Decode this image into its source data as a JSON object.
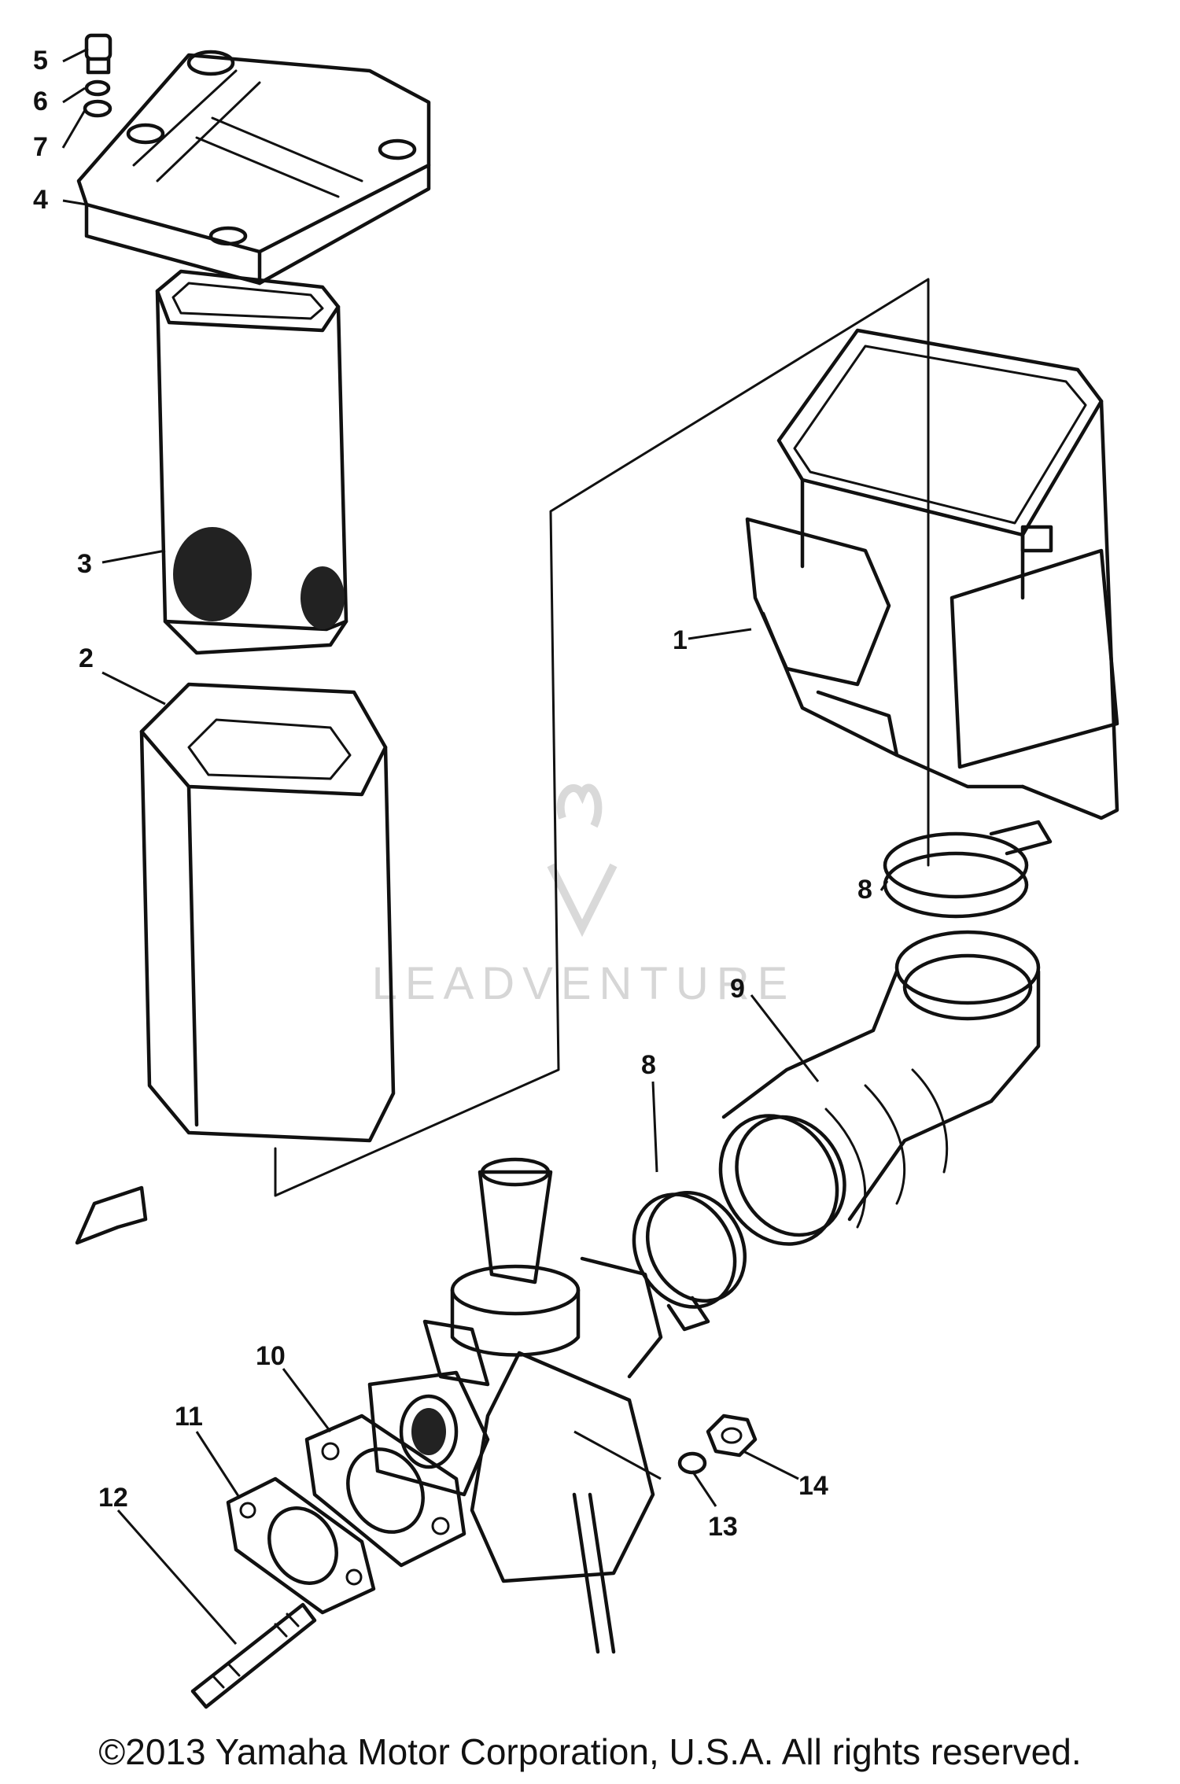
{
  "watermark": {
    "text": "LEADVENTURE"
  },
  "copyright": "©2013 Yamaha Motor Corporation, U.S.A. All rights reserved.",
  "callouts": [
    {
      "id": "1",
      "label": "1"
    },
    {
      "id": "2",
      "label": "2"
    },
    {
      "id": "3",
      "label": "3"
    },
    {
      "id": "4",
      "label": "4"
    },
    {
      "id": "5",
      "label": "5"
    },
    {
      "id": "6",
      "label": "6"
    },
    {
      "id": "7",
      "label": "7"
    },
    {
      "id": "8a",
      "label": "8"
    },
    {
      "id": "8b",
      "label": "8"
    },
    {
      "id": "9",
      "label": "9"
    },
    {
      "id": "10",
      "label": "10"
    },
    {
      "id": "11",
      "label": "11"
    },
    {
      "id": "12",
      "label": "12"
    },
    {
      "id": "13",
      "label": "13"
    },
    {
      "id": "14",
      "label": "14"
    }
  ],
  "colors": {
    "ink": "#111111",
    "watermark": "#d6d6d6",
    "background": "#ffffff"
  }
}
